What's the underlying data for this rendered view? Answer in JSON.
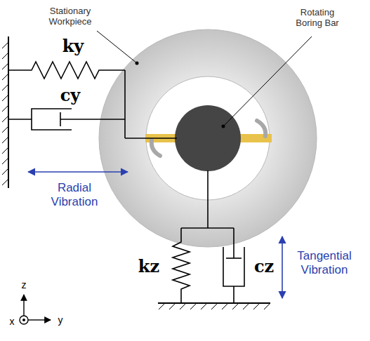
{
  "diagram": {
    "labels": [
      "Stationary Workpiece",
      "Rotating Boring Bar",
      "ky",
      "cy",
      "Radial Vibration",
      "kz",
      "cz",
      "Tangential Vibration",
      "z",
      "x",
      "y"
    ]
  }
}
